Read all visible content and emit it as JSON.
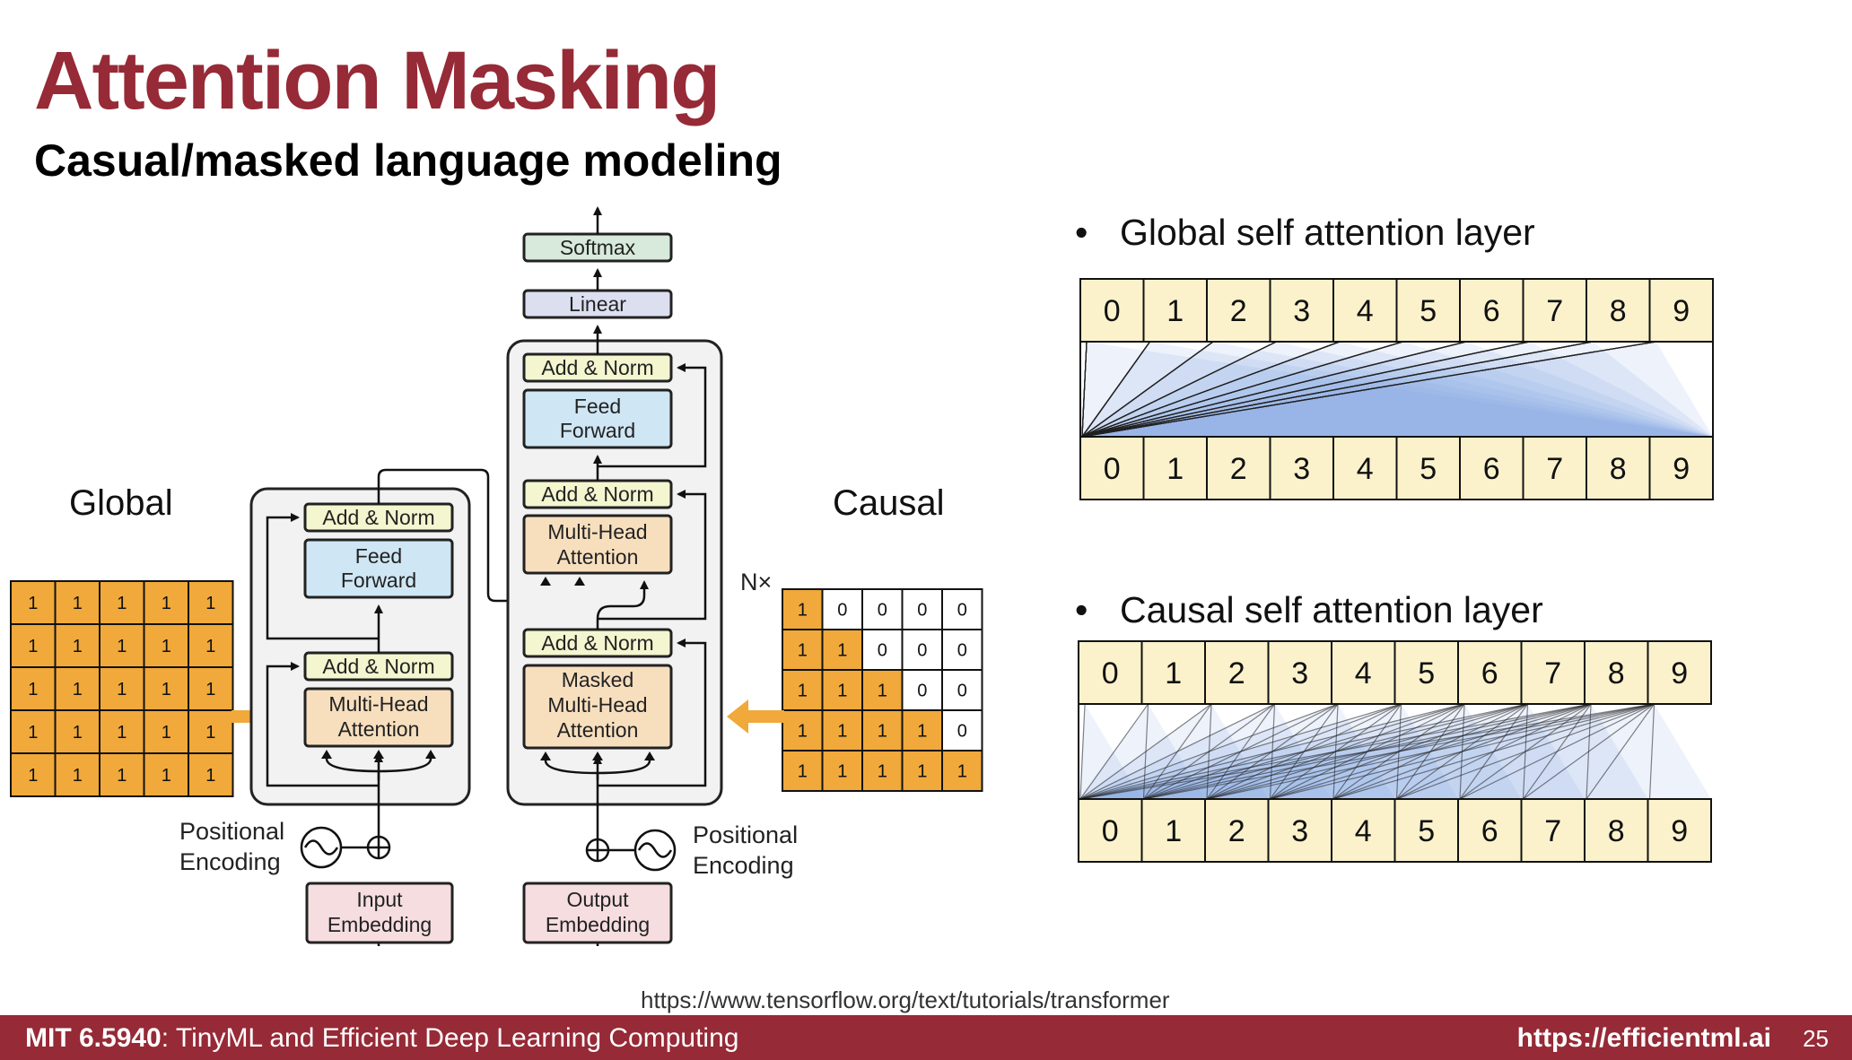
{
  "title": "Attention Masking",
  "subtitle": "Casual/masked language modeling",
  "labels": {
    "global": "Global",
    "causal": "Causal",
    "nx": "N×"
  },
  "encoder": {
    "add_norm_top": "Add & Norm",
    "feed_forward": [
      "Feed",
      "Forward"
    ],
    "add_norm_bottom": "Add & Norm",
    "attention": [
      "Multi-Head",
      "Attention"
    ],
    "positional": [
      "Positional",
      "Encoding"
    ],
    "embedding": [
      "Input",
      "Embedding"
    ]
  },
  "decoder": {
    "softmax": "Softmax",
    "linear": "Linear",
    "add_norm_3": "Add & Norm",
    "feed_forward": [
      "Feed",
      "Forward"
    ],
    "add_norm_2": "Add & Norm",
    "cross_attention": [
      "Multi-Head",
      "Attention"
    ],
    "add_norm_1": "Add & Norm",
    "masked_attention": [
      "Masked",
      "Multi-Head",
      "Attention"
    ],
    "positional": [
      "Positional",
      "Encoding"
    ],
    "embedding": [
      "Output",
      "Embedding"
    ]
  },
  "global_mask": [
    [
      1,
      1,
      1,
      1,
      1
    ],
    [
      1,
      1,
      1,
      1,
      1
    ],
    [
      1,
      1,
      1,
      1,
      1
    ],
    [
      1,
      1,
      1,
      1,
      1
    ],
    [
      1,
      1,
      1,
      1,
      1
    ]
  ],
  "causal_mask": [
    [
      1,
      0,
      0,
      0,
      0
    ],
    [
      1,
      1,
      0,
      0,
      0
    ],
    [
      1,
      1,
      1,
      0,
      0
    ],
    [
      1,
      1,
      1,
      1,
      0
    ],
    [
      1,
      1,
      1,
      1,
      1
    ]
  ],
  "global_attention": {
    "title": "Global self attention layer",
    "tokens": [
      "0",
      "1",
      "2",
      "3",
      "4",
      "5",
      "6",
      "7",
      "8",
      "9"
    ]
  },
  "causal_attention": {
    "title": "Causal self attention layer",
    "tokens": [
      "0",
      "1",
      "2",
      "3",
      "4",
      "5",
      "6",
      "7",
      "8",
      "9"
    ]
  },
  "citation": "https://www.tensorflow.org/text/tutorials/transformer",
  "footer": {
    "course_code": "MIT 6.5940",
    "course_name": ": TinyML and Efficient Deep Learning Computing",
    "url": "https://efficientml.ai",
    "page": "25"
  },
  "colors": {
    "title": "#962a36",
    "mask_on": "#f0a93a",
    "mask_off": "#ffffff",
    "token_fill": "#fbf2cc",
    "add_norm": "#f3f6cf",
    "feed_forward": "#cfe6f4",
    "attention": "#f7dfbe",
    "embedding": "#f6dde0",
    "softmax": "#d7eadb",
    "linear": "#dcdff0",
    "arrow": "#f0a93a"
  }
}
